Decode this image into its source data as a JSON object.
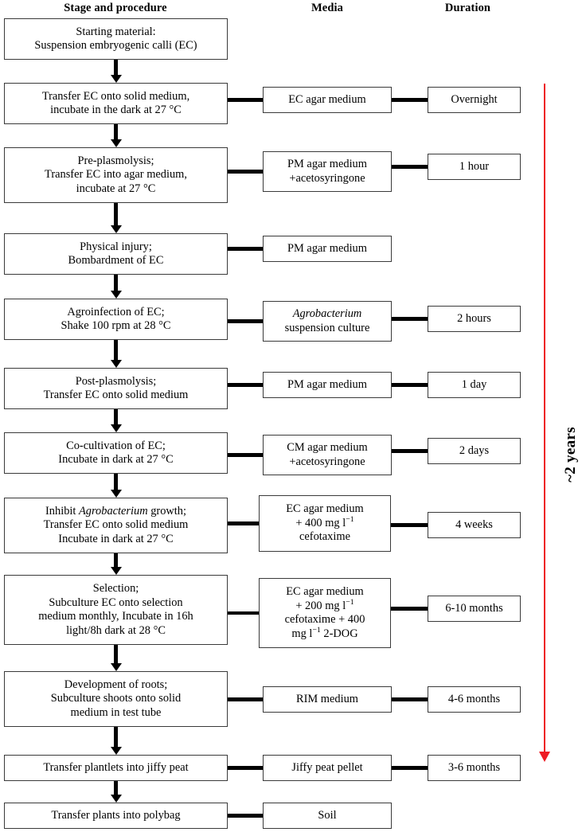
{
  "headers": {
    "stage": "Stage and procedure",
    "media": "Media",
    "duration": "Duration"
  },
  "timeline": {
    "label": "~2 years",
    "color": "#ee1c24"
  },
  "theme": {
    "box_border": "#3a3a3a",
    "connector": "#000000",
    "background": "#ffffff"
  },
  "rows": [
    {
      "id": "starting-material",
      "stage_lines": [
        "Starting material:",
        "Suspension embryogenic calli (EC)"
      ],
      "media_lines": [],
      "duration": ""
    },
    {
      "id": "transfer-ec-solid-medium",
      "stage_lines": [
        "Transfer EC onto solid medium,",
        "incubate in the dark at 27 °C"
      ],
      "media_lines": [
        "EC agar medium"
      ],
      "duration": "Overnight"
    },
    {
      "id": "pre-plasmolysis",
      "stage_lines": [
        "Pre-plasmolysis;",
        "Transfer EC into agar medium,",
        "incubate at 27 °C"
      ],
      "media_lines": [
        "PM agar medium",
        "+acetosyringone"
      ],
      "duration": "1 hour"
    },
    {
      "id": "physical-injury",
      "stage_lines": [
        "Physical injury;",
        "Bombardment of EC"
      ],
      "media_lines": [
        "PM agar medium"
      ],
      "duration": ""
    },
    {
      "id": "agroinfection",
      "stage_lines": [
        "Agroinfection of EC;",
        "Shake 100 rpm at 28 °C"
      ],
      "media_lines": [
        "Agrobacterium",
        "suspension culture"
      ],
      "media_italic_first": true,
      "duration": "2 hours"
    },
    {
      "id": "post-plasmolysis",
      "stage_lines": [
        "Post-plasmolysis;",
        "Transfer EC onto solid medium"
      ],
      "media_lines": [
        "PM agar medium"
      ],
      "duration": "1 day"
    },
    {
      "id": "co-cultivation",
      "stage_lines": [
        "Co-cultivation of EC;",
        "Incubate in dark at 27 °C"
      ],
      "media_lines": [
        "CM agar medium",
        "+acetosyringone"
      ],
      "duration": "2 days"
    },
    {
      "id": "inhibit-agrobacterium",
      "stage_lines": [
        "Inhibit Agrobacterium growth;",
        "Transfer EC onto solid medium",
        "Incubate in dark at 27 °C"
      ],
      "stage_italic_word": "Agrobacterium",
      "media_lines": [
        "EC agar medium",
        "+ 400 mg l⁻¹",
        "cefotaxime"
      ],
      "duration": "4 weeks"
    },
    {
      "id": "selection",
      "stage_lines": [
        "Selection;",
        "Subculture EC onto selection",
        "medium monthly, Incubate in 16h",
        "light/8h dark at 28 °C"
      ],
      "media_lines": [
        "EC agar medium",
        "+ 200 mg l⁻¹",
        "cefotaxime + 400",
        "mg l⁻¹ 2-DOG"
      ],
      "duration": "6-10 months"
    },
    {
      "id": "development-of-roots",
      "stage_lines": [
        "Development of roots;",
        "Subculture shoots onto solid",
        "medium in test tube"
      ],
      "media_lines": [
        "RIM medium"
      ],
      "duration": "4-6 months"
    },
    {
      "id": "transfer-plantlets-jiffy-peat",
      "stage_lines": [
        "Transfer plantlets into jiffy peat"
      ],
      "media_lines": [
        "Jiffy peat pellet"
      ],
      "duration": "3-6 months"
    },
    {
      "id": "transfer-plants-polybag",
      "stage_lines": [
        "Transfer plants into polybag"
      ],
      "media_lines": [
        "Soil"
      ],
      "duration": ""
    }
  ]
}
